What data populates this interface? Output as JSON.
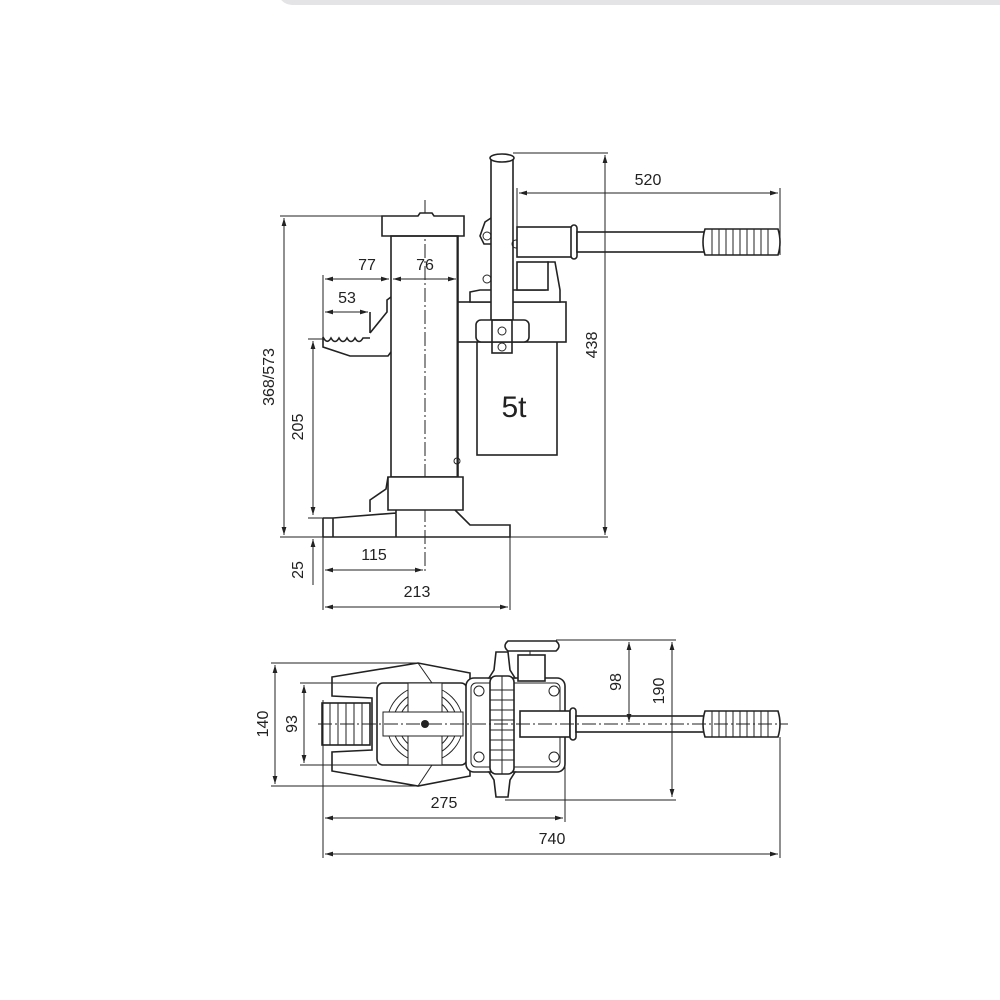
{
  "side_view": {
    "capacity_label": "5t",
    "dims": {
      "handle_length": "520",
      "toe_offset": "77",
      "ram_width": "76",
      "toe_depth": "53",
      "height_range": "368/573",
      "toe_height": "205",
      "overall_height": "438",
      "base_to_center": "115",
      "toe_min_height": "25",
      "base_length": "213"
    }
  },
  "top_view": {
    "dims": {
      "toe_width": "140",
      "inner_width": "93",
      "valve_offset": "98",
      "pump_width": "190",
      "body_length": "275",
      "overall_length": "740"
    }
  }
}
